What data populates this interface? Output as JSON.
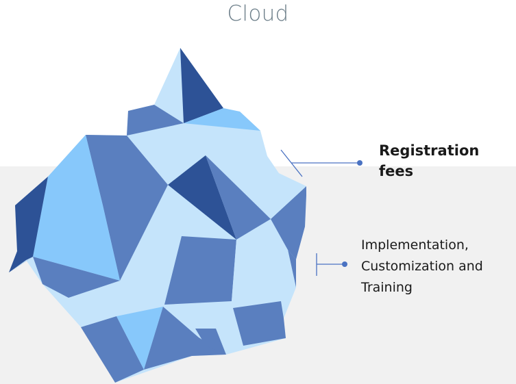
{
  "title": "Cloud",
  "labels": {
    "above_water": "Registration fees",
    "below_water": "Implementation, Customization and Training"
  },
  "colors": {
    "water": "#f1f1f1",
    "ice_lightest": "#c5e4fb",
    "ice_light": "#87c8fb",
    "ice_mid": "#5a7fbf",
    "ice_dark": "#2d5296",
    "connector": "#4a72c2"
  }
}
